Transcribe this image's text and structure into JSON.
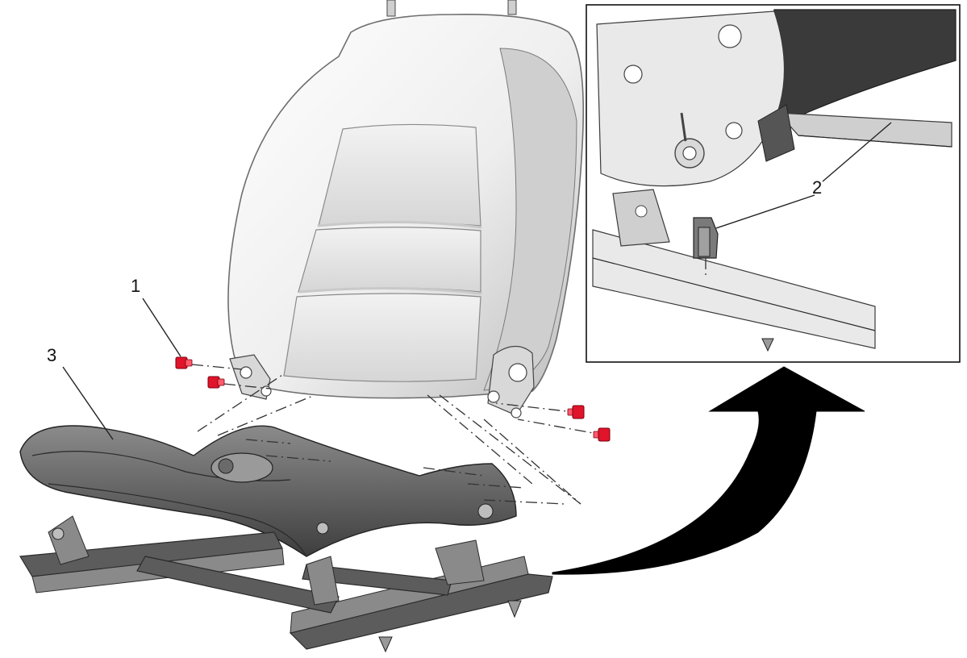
{
  "callouts": {
    "one": "1",
    "two": "2",
    "three": "3"
  },
  "colors": {
    "fastener": "#e0142a",
    "frame": "#5c5c5c",
    "arrow": "#000000",
    "cushion": "#e6e6e6"
  },
  "icons": {
    "direction": "curved-arrow-icon"
  }
}
